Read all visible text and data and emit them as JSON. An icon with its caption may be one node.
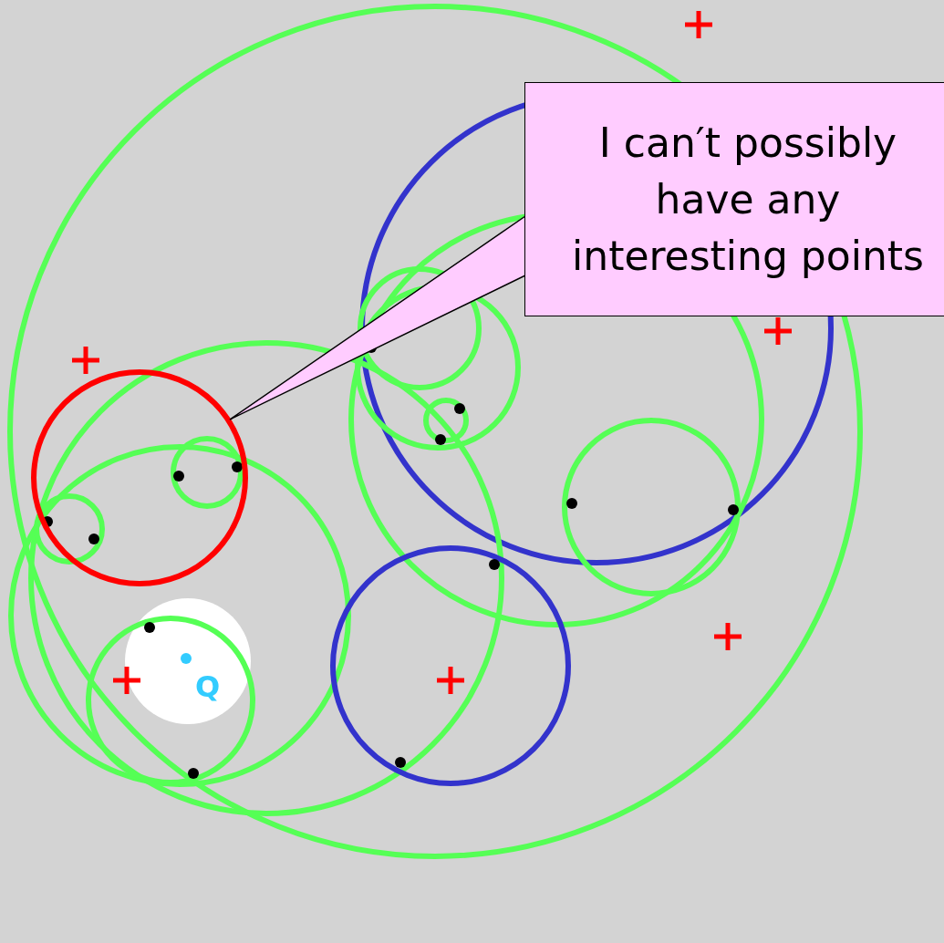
{
  "diagram": {
    "nodes": [
      {
        "text": [
          "I can′t possibly have any interesting points"
        ]
      },
      {
        "text": [],
        "shape": "circle"
      }
    ],
    "edges": [
      {
        "from": 0,
        "to": 1,
        "arrow": "none"
      }
    ],
    "labels": [
      "Q"
    ]
  }
}
